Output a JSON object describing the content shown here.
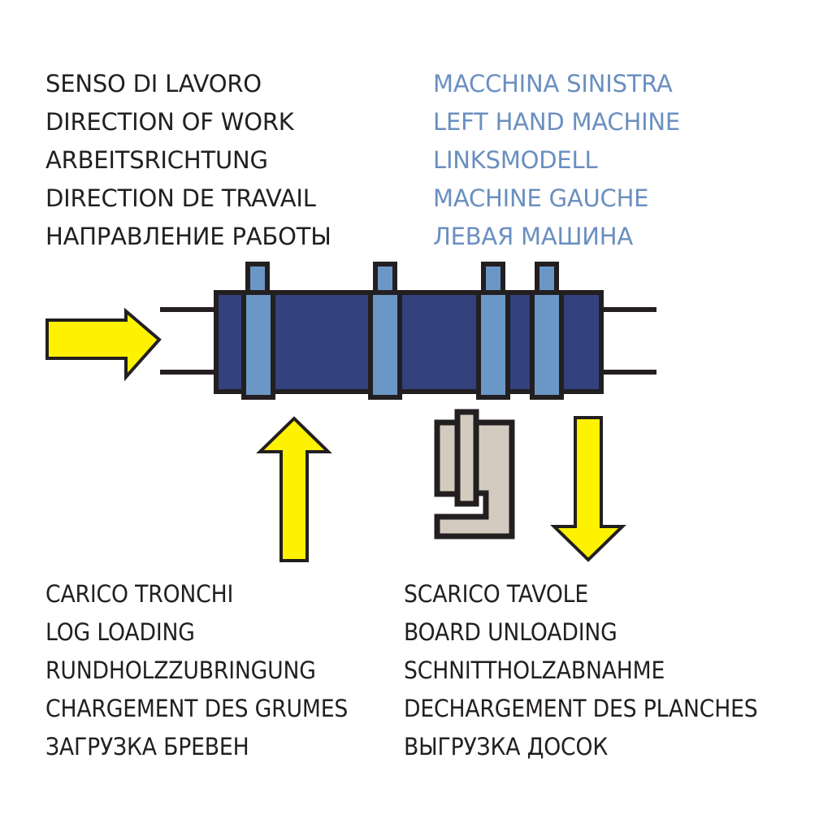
{
  "direction_of_work": {
    "lines": [
      "SENSO DI LAVORO",
      "DIRECTION OF WORK",
      "ARBEITSRICHTUNG",
      "DIRECTION DE TRAVAIL",
      "НАПРАВЛЕНИЕ РАБОТЫ"
    ]
  },
  "machine_hand": {
    "lines": [
      "MACCHINA SINISTRA",
      "LEFT HAND MACHINE",
      "LINKSMODELL",
      "MACHINE GAUCHE",
      "ЛЕВАЯ МАШИНА"
    ]
  },
  "log_loading": {
    "lines": [
      "CARICO TRONCHI",
      "LOG LOADING",
      "RUNDHOLZZUBRINGUNG",
      "CHARGEMENT DES GRUMES",
      "ЗАГРУЗКА БРЕВЕН"
    ]
  },
  "board_unloading": {
    "lines": [
      "SCARICO TAVOLE",
      "BOARD UNLOADING",
      "SCHNITTHOLZABNAHME",
      "DECHARGEMENT DES PLANCHES",
      "ВЫГРУЗКА ДОСОК"
    ]
  },
  "colors": {
    "arrow_fill": "#fff200",
    "machine_body": "#33417f",
    "machine_rings": "#6b97c6",
    "boards": "#d3cbc0",
    "outline": "#231f20",
    "text_dark": "#231f20",
    "text_blue": "#6a8fc0"
  },
  "diagram": {
    "elements": [
      {
        "name": "input-arrow",
        "direction": "right"
      },
      {
        "name": "log-loading-arrow",
        "direction": "up"
      },
      {
        "name": "board-unloading-arrow",
        "direction": "down"
      },
      {
        "name": "machine-body",
        "rings": 4
      },
      {
        "name": "boards-icon"
      }
    ]
  }
}
